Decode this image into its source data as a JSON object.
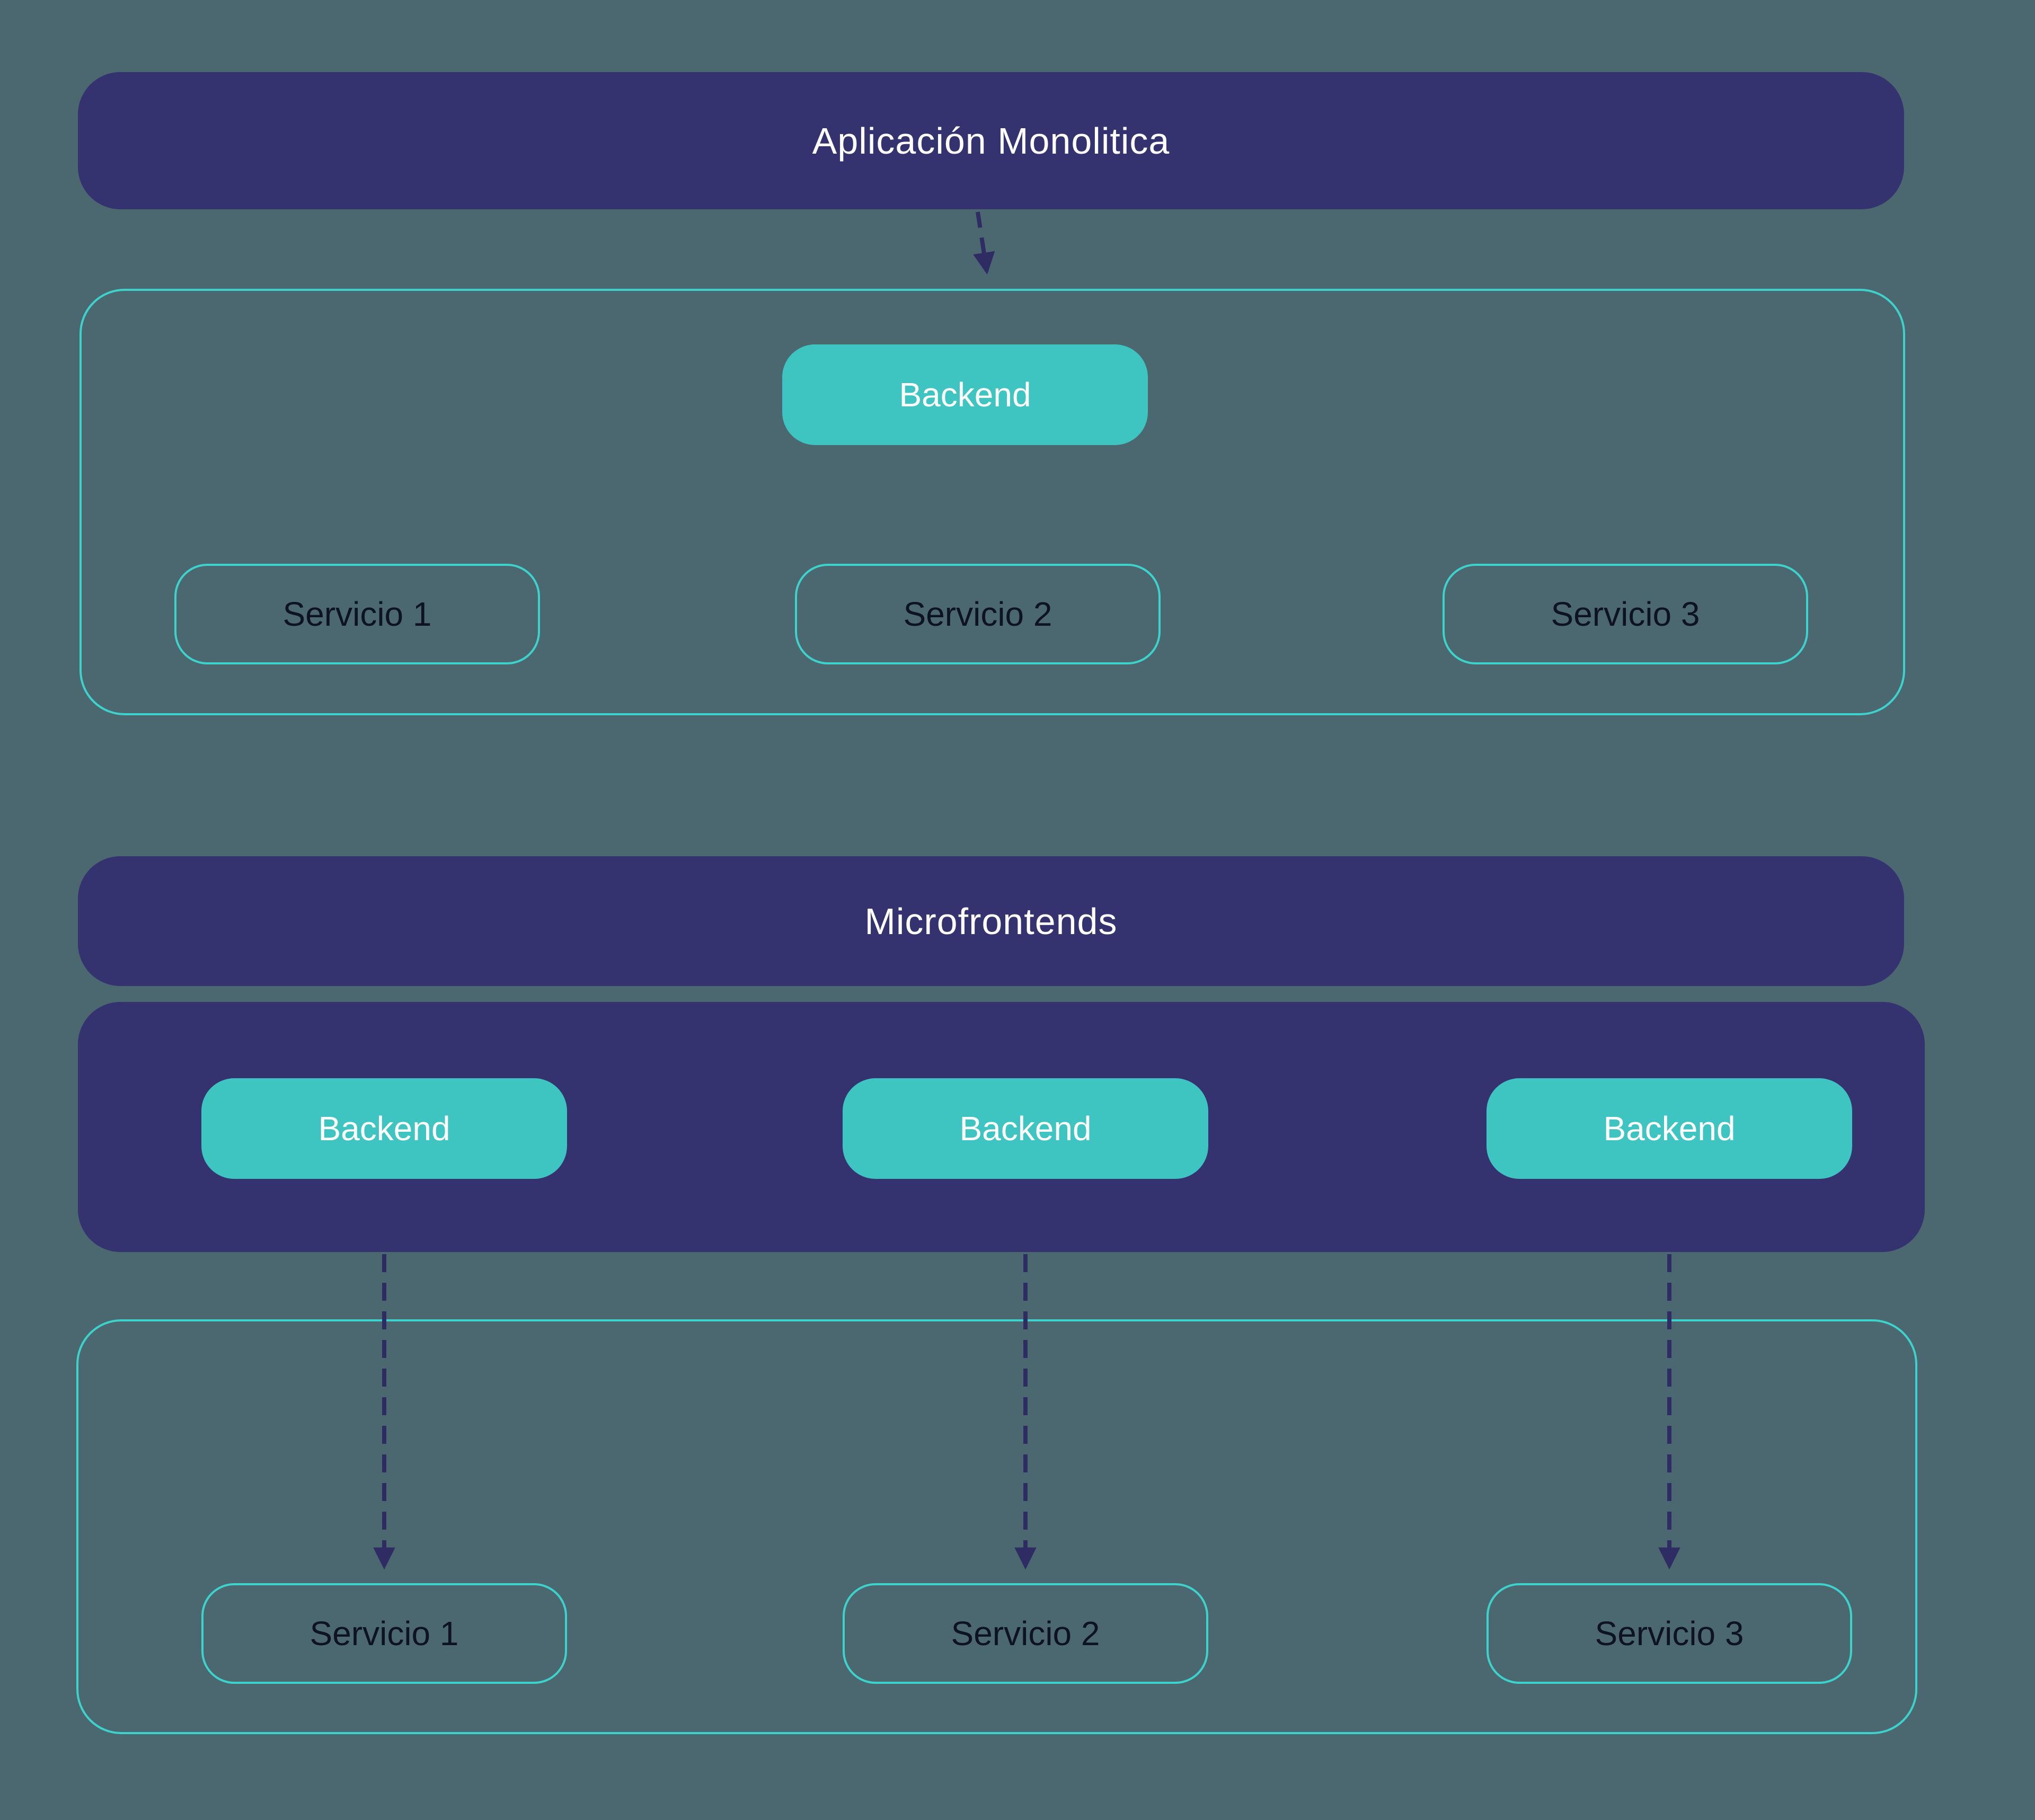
{
  "diagram": {
    "kind": "architecture-comparison",
    "colors": {
      "background": "#4B6870",
      "indigo_block": "#343370",
      "teal_fill": "#3EC5C2",
      "teal_border": "#3DD2CB",
      "arrow": "#2E2C62",
      "dark_text": "#0E1322",
      "light_text": "#FFFFFF"
    },
    "monolith": {
      "title": "Aplicación Monolitica",
      "backend": {
        "label": "Backend"
      },
      "services": [
        {
          "label": "Servicio 1"
        },
        {
          "label": "Servicio 2"
        },
        {
          "label": "Servicio 3"
        }
      ]
    },
    "micro": {
      "title": "Microfrontends",
      "backends": [
        {
          "label": "Backend"
        },
        {
          "label": "Backend"
        },
        {
          "label": "Backend"
        }
      ],
      "services": [
        {
          "label": "Servicio 1"
        },
        {
          "label": "Servicio 2"
        },
        {
          "label": "Servicio 3"
        }
      ]
    }
  }
}
